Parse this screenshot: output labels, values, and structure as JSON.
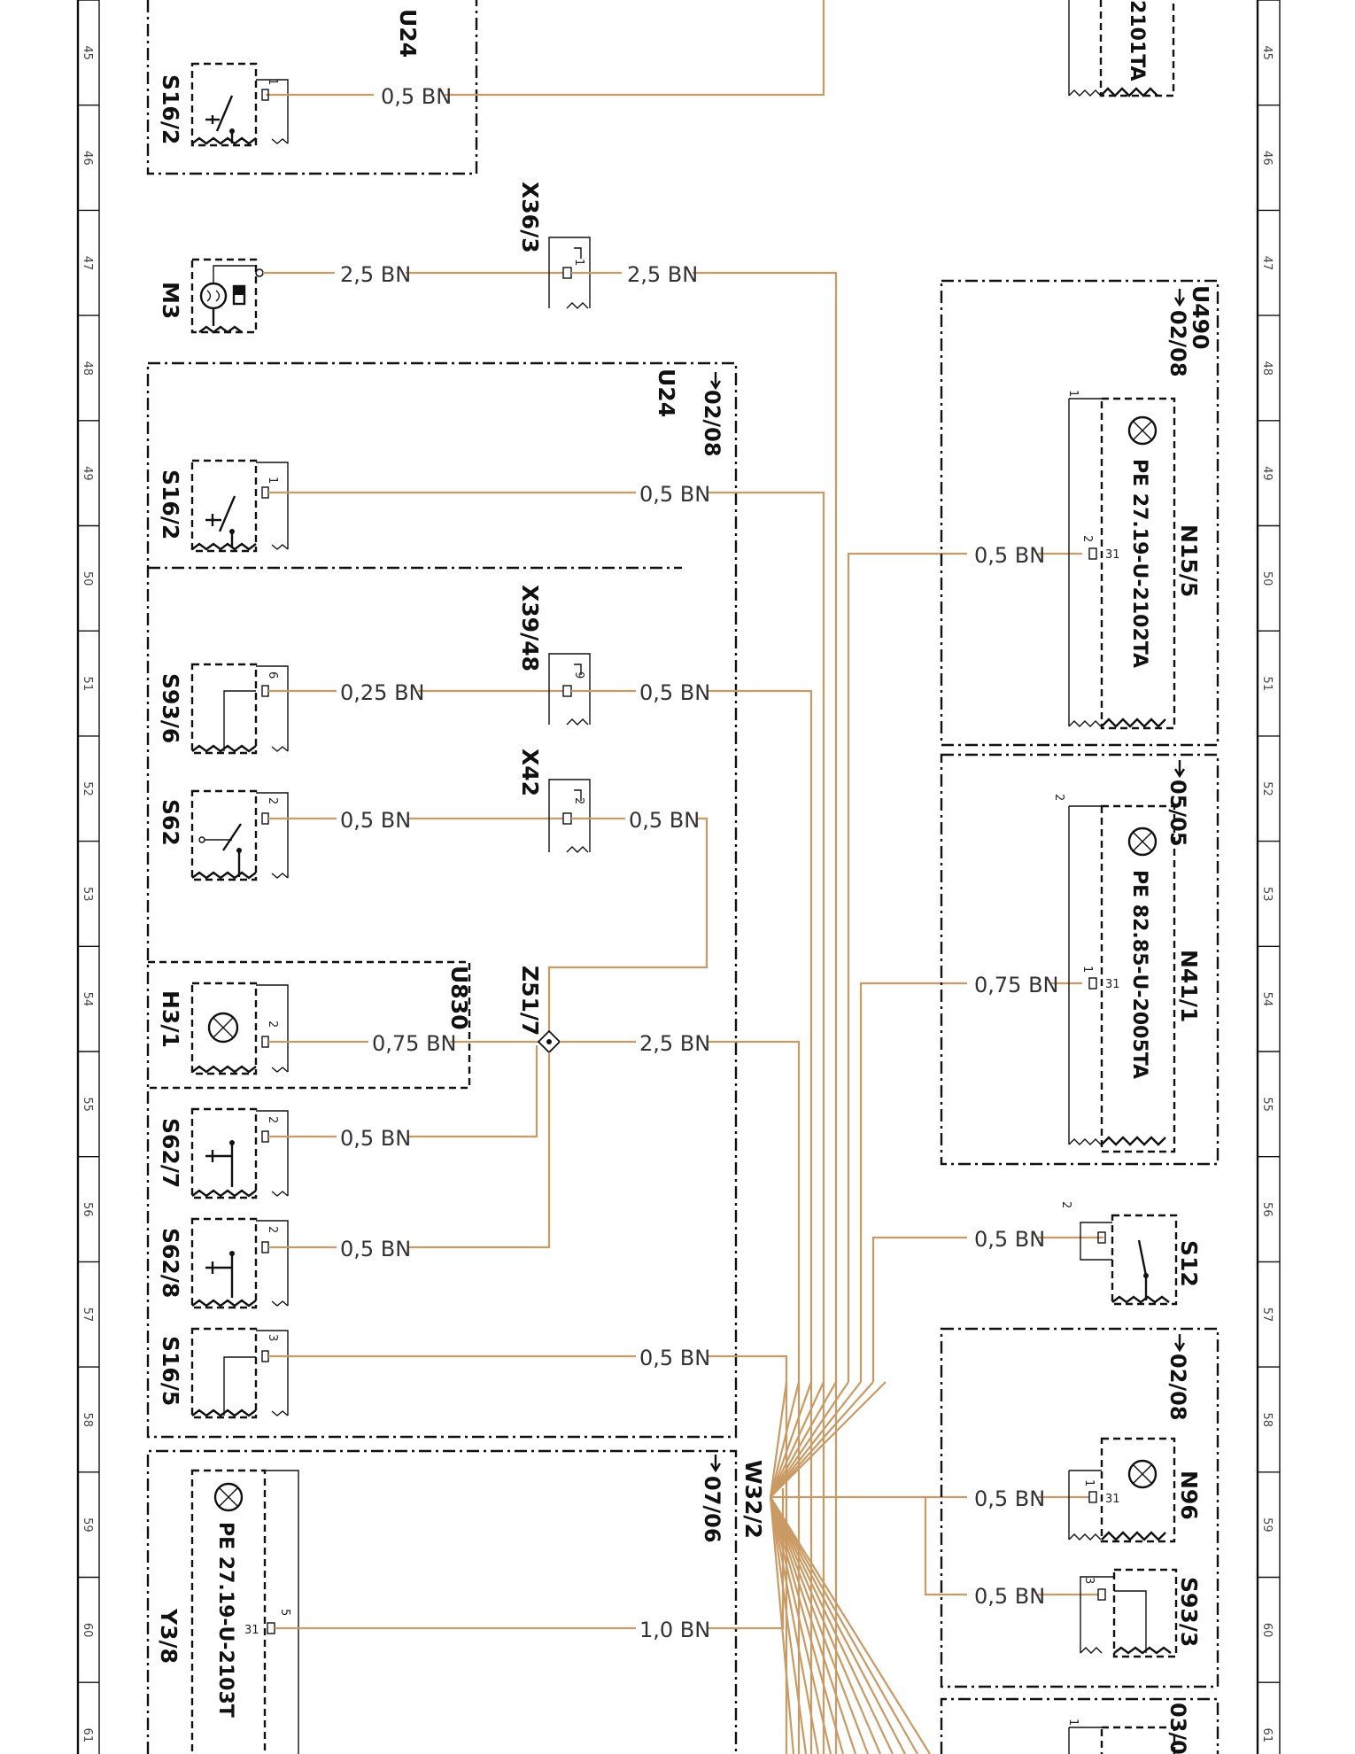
{
  "ruler": {
    "numbers": [
      "45",
      "46",
      "47",
      "48",
      "49",
      "50",
      "51",
      "52",
      "53",
      "54",
      "55",
      "56",
      "57",
      "58",
      "59",
      "60",
      "61"
    ]
  },
  "harness": {
    "splice": "W32/2"
  },
  "components": {
    "u24_top": "U24",
    "s16_2_top": "S16/2",
    "m3": "M3",
    "x36_3": "X36/3",
    "u24": "U24",
    "u24_ref": "02/08",
    "s16_2": "S16/2",
    "x39_48": "X39/48",
    "s93_6": "S93/6",
    "x42": "X42",
    "s62": "S62",
    "u830": "U830",
    "z51_7": "Z51/7",
    "h3_1": "H3/1",
    "s62_7": "S62/7",
    "s62_8": "S62/8",
    "s16_5": "S16/5",
    "y3_8": "Y3/8",
    "y3_8_ref": "07/06",
    "y3_8_pe": "PE 27.19-U-2103T",
    "tr_2101": "2101TA",
    "u490": "U490",
    "u490_ref": "02/08",
    "n15_5": "N15/5",
    "n15_5_pe": "PE 27.19-U-2102TA",
    "n41_1": "N41/1",
    "n41_1_ref": "05/05",
    "n41_1_pe": "PE 82.85-U-2005TA",
    "s12": "S12",
    "n96": "N96",
    "n96_ref": "02/08",
    "s93_3": "S93/3",
    "bottom_ref": "03/0"
  },
  "wires": {
    "s16_2_top": "0,5 BN",
    "m3_a": "2,5 BN",
    "m3_b": "2,5 BN",
    "s16_2": "0,5 BN",
    "s93_6_a": "0,25 BN",
    "s93_6_b": "0,5 BN",
    "s62_a": "0,5 BN",
    "s62_b": "0,5 BN",
    "h3_1": "0,75 BN",
    "z51_7": "2,5 BN",
    "s62_7": "0,5 BN",
    "s62_8": "0,5 BN",
    "s16_5": "0,5 BN",
    "y3_8": "1,0 BN",
    "n15_5": "0,5 BN",
    "n41_1": "0,75 BN",
    "s12": "0,5 BN",
    "n96": "0,5 BN",
    "s93_3": "0,5 BN"
  },
  "pins": {
    "s16_2_top": "1",
    "x36_3": "1",
    "s16_2": "1",
    "s93_6": "6",
    "x39_48": "9",
    "s62": "2",
    "x42": "2",
    "h3_1": "2",
    "s62_7": "2",
    "s62_8": "2",
    "s16_5": "3",
    "y3_8": "5",
    "y3_8_gnd": "31",
    "n15_5": "2",
    "n15_5_gnd": "31",
    "n15_5_top": "1",
    "n41_1": "1",
    "n41_1_gnd": "31",
    "n41_1_top": "2",
    "s12": "2",
    "n96": "1",
    "n96_gnd": "31",
    "s93_3": "3",
    "bottom_pin": "1"
  }
}
